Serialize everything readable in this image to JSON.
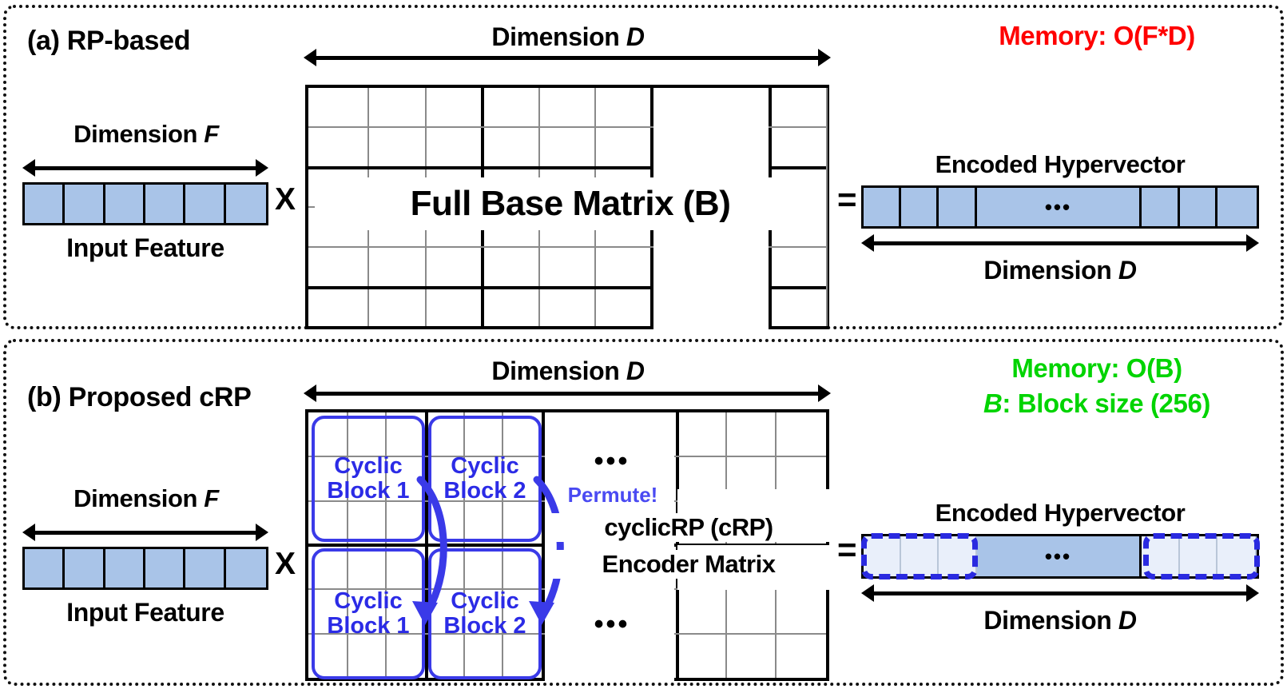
{
  "figure": {
    "panels": [
      {
        "id": "a",
        "title": "(a) RP-based",
        "memory_note": "Memory: O(F*D)",
        "memory_color": "#ff0000",
        "input": {
          "top_label_prefix": "Dimension ",
          "top_label_italic": "F",
          "bottom_label": "Input Feature",
          "cells": 6,
          "fill": "#a9c4e8"
        },
        "operator_multiply": "X",
        "operator_equals": "=",
        "matrix": {
          "top_label_prefix": "Dimension ",
          "top_label_italic": "D",
          "center_label": "Full Base Matrix (B)",
          "rows": 6,
          "cols": 9
        },
        "output": {
          "top_label": "Encoded Hypervector",
          "bottom_label_prefix": "Dimension ",
          "bottom_label_italic": "D",
          "ellipsis": "•••",
          "fill": "#a9c4e8"
        }
      },
      {
        "id": "b",
        "title": "(b) Proposed cRP",
        "memory_note": "Memory: O(B)",
        "memory_note_2_prefix": "B",
        "memory_note_2_rest": ": Block size (256)",
        "memory_color": "#00d400",
        "input": {
          "top_label_prefix": "Dimension ",
          "top_label_italic": "F",
          "bottom_label": "Input Feature",
          "cells": 6,
          "fill": "#a9c4e8"
        },
        "operator_multiply": "X",
        "operator_equals": "=",
        "matrix": {
          "top_label_prefix": "Dimension ",
          "top_label_italic": "D",
          "center_label_line1": "cyclicRP (cRP)",
          "center_label_line2": "Encoder Matrix",
          "rows": 6,
          "cols": 9,
          "ellipsis_top": "•••",
          "ellipsis_bottom": "•••",
          "permute_label": "Permute!",
          "permute_color": "#4a4af2",
          "blocks": [
            {
              "line1": "Cyclic",
              "line2": "Block 1",
              "position": "top-left"
            },
            {
              "line1": "Cyclic",
              "line2": "Block 2",
              "position": "top-right"
            },
            {
              "line1": "Cyclic",
              "line2": "Block 1",
              "position": "bottom-left"
            },
            {
              "line1": "Cyclic",
              "line2": "Block 2",
              "position": "bottom-right"
            }
          ],
          "block_color": "#2b2be6"
        },
        "output": {
          "top_label": "Encoded Hypervector",
          "bottom_label_prefix": "Dimension ",
          "bottom_label_italic": "D",
          "ellipsis": "•••",
          "fill": "#a9c4e8",
          "pale_fill": "#e9effa",
          "dash_color": "#2a2ae0"
        }
      }
    ]
  }
}
